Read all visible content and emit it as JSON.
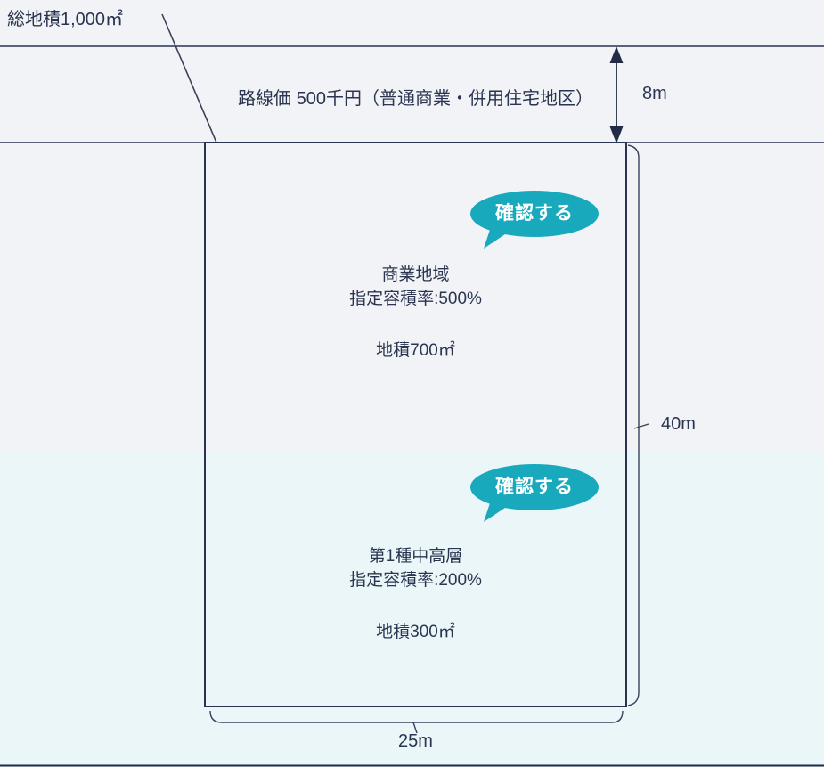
{
  "labels": {
    "total_area": "総地積1,000㎡",
    "road_price": "路線価 500千円（普通商業・併用住宅地区）",
    "road_width": "8m",
    "depth": "40m",
    "frontage": "25m"
  },
  "zones": [
    {
      "name": "商業地域",
      "floor_area_ratio": "指定容積率:500%",
      "area": "地積700㎡",
      "button_label": "確認する"
    },
    {
      "name": "第1種中高層",
      "floor_area_ratio": "指定容積率:200%",
      "area": "地積300㎡",
      "button_label": "確認する"
    }
  ],
  "colors": {
    "background_upper": "#f1f3f6",
    "background_lower": "#ebf6f8",
    "line": "#2a3350",
    "text": "#2b3550",
    "bubble": "#18a9bd",
    "bubble_text": "#ffffff"
  }
}
